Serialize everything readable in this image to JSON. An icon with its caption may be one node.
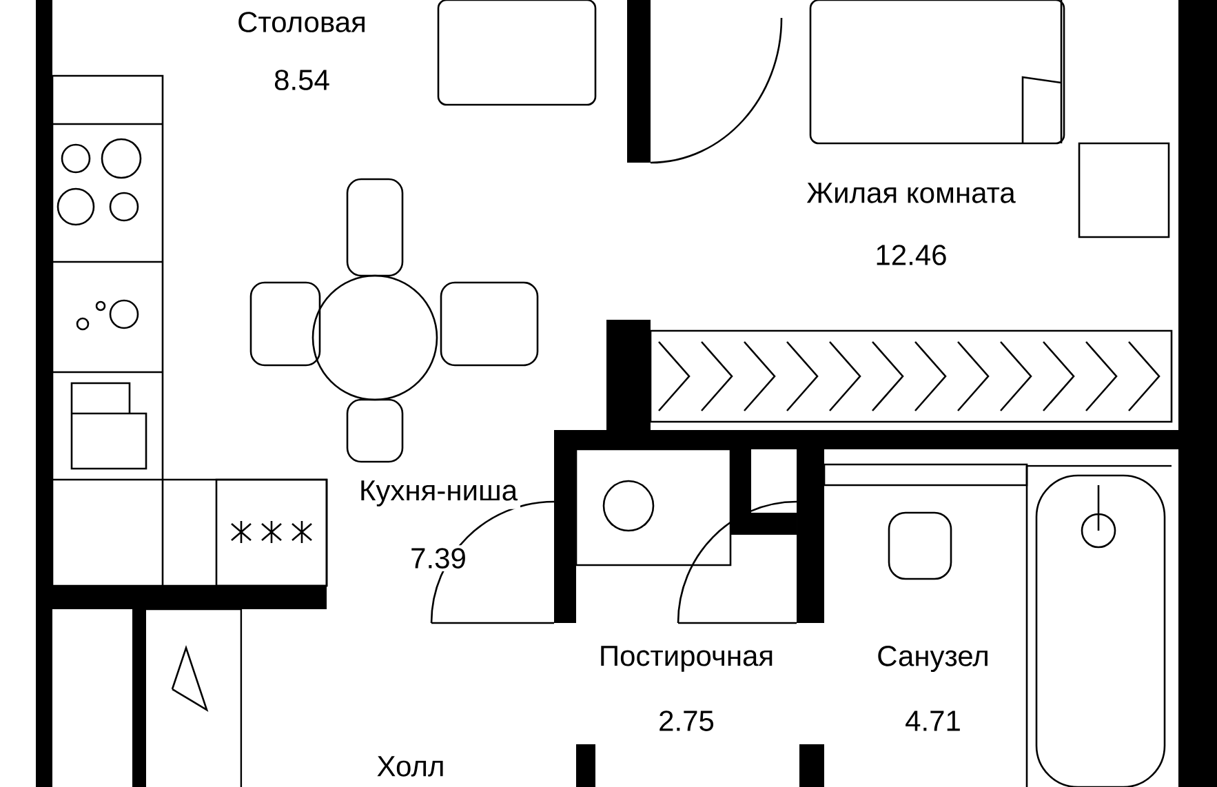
{
  "diagram": {
    "labels": [
      "Столовая",
      "8.54",
      "Жилая комната",
      "12.46",
      "Кухня-ниша",
      "7.39",
      "Постирочная",
      "2.75",
      "Санузел",
      "4.71",
      "Холл"
    ]
  }
}
